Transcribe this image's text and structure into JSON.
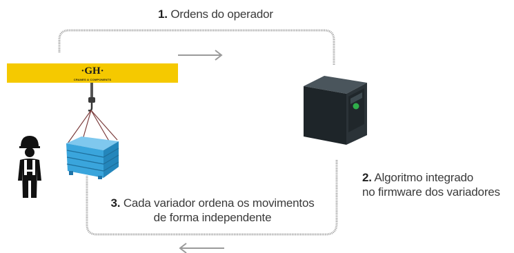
{
  "steps": [
    {
      "number": "1.",
      "lines": [
        "Ordens do operador"
      ]
    },
    {
      "number": "2.",
      "lines": [
        "Algoritmo integrado",
        "no firmware dos variadores"
      ]
    },
    {
      "number": "3.",
      "lines": [
        "Cada variador ordena os movimentos",
        "de forma independente"
      ]
    }
  ],
  "crane": {
    "logo": "·GH·",
    "tagline": "CRANES & COMPONENTS"
  },
  "colors": {
    "crane_yellow": "#f5c900",
    "basket_blue": "#3aa5dc",
    "drive_body": "#2b3338",
    "led_green": "#2fae4a",
    "path_gray": "#9a9a9a"
  },
  "icons": [
    "operator-icon",
    "crane-beam",
    "hook-icon",
    "basket-load",
    "variable-speed-drive",
    "arrow-right-icon",
    "arrow-left-icon"
  ]
}
